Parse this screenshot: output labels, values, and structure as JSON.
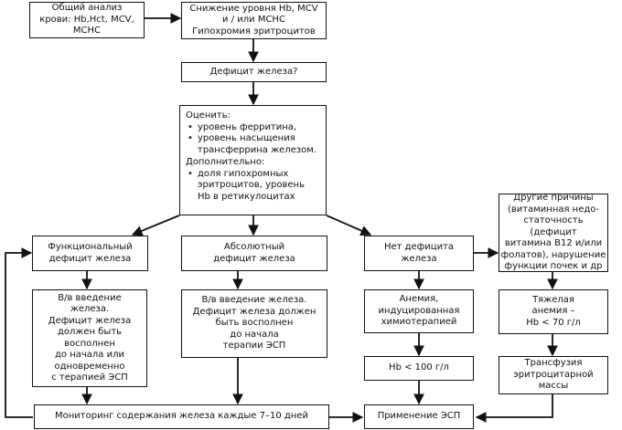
{
  "nodes": {
    "blood_test": "Общий анализ\nкрови: Hb,Hct, MCV,\nMCHC",
    "reduced_levels": "Снижение уровня Hb, MCV\nи / или MCHC\nГипохромия эритроцитов",
    "iron_deficiency_q": "Дефицит железа?",
    "assess": {
      "title": "Оценить:",
      "items": [
        "уровень ферритина,",
        "уровень насыщения трансферрина железом."
      ],
      "additional_title": "Дополнительно:",
      "additional_items": [
        "доля гипохромных эритроцитов, уровень Hb в ретикулоцитах"
      ]
    },
    "functional": "Функциональный\nдефицит железа",
    "absolute": "Абсолютный\nдефицит железа",
    "no_deficiency": "Нет дефицита\nжелеза",
    "other_causes": "Другие причины\n(витаминная недо-\nстаточность (дефицит\nвитамина B12 и/или\nфолатов), нарушение\nфункции почек и др",
    "iv_iron_functional": "В/в введение\nжелеза.\nДефицит железа\nдолжен быть восполнен\nдо начала или\nодновременно\nс терапией ЭСП",
    "iv_iron_absolute": "В/в введение железа.\nДефицит железа должен\nбыть восполнен\nдо начала\nтерапии ЭСП",
    "chemo_anemia": "Анемия,\nиндуцированная\nхимиотерапией",
    "severe_anemia": "Тяжелая\nанемия –\nHb < 70 г/л",
    "hb_threshold": "Hb < 100 г/л",
    "transfusion": "Трансфузия\nэритроцитарной\nмассы",
    "monitoring": "Мониторинг содержания железа каждые 7–10 дней",
    "esa_use": "Применение ЭСП"
  }
}
